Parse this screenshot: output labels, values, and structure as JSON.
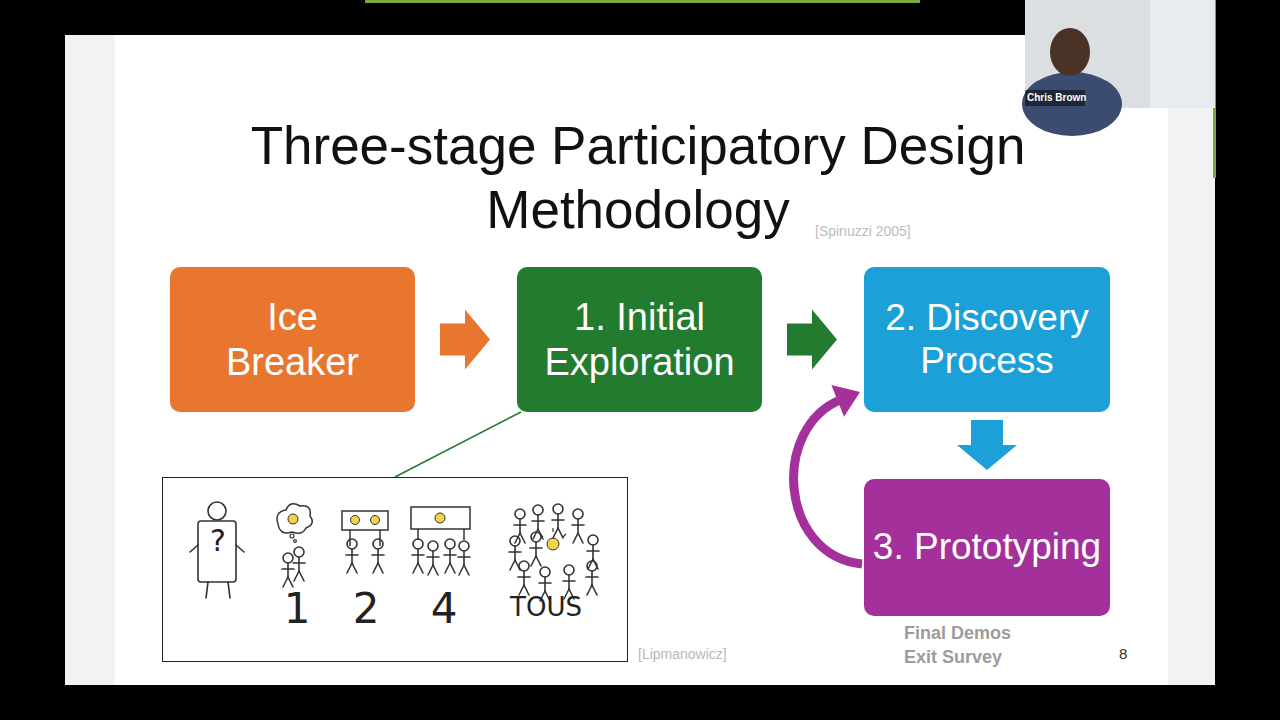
{
  "diagram": {
    "title": "Three-stage Participatory Design Methodology",
    "nodes": [
      {
        "text": [
          "Ice Breaker"
        ]
      },
      {
        "text": [
          "1. Initial Exploration"
        ]
      },
      {
        "text": [
          "2. Discovery Process"
        ]
      },
      {
        "text": [
          "?",
          "1",
          "2",
          "4",
          "TOUS"
        ]
      },
      {
        "text": [
          "3. Prototyping"
        ]
      }
    ],
    "edges": [
      {
        "from": 0,
        "to": 1,
        "arrow": "to"
      },
      {
        "from": 1,
        "to": 2,
        "arrow": "to"
      },
      {
        "from": 2,
        "to": 4,
        "arrow": "to"
      },
      {
        "from": 4,
        "to": 2,
        "arrow": "to"
      },
      {
        "from": 1,
        "to": 3,
        "arrow": "none"
      }
    ],
    "labels": [
      "[Spinuzzi 2005]",
      "[Lipmanowicz]",
      "Final Demos Exit Survey",
      "8",
      "Chris Brown"
    ]
  }
}
